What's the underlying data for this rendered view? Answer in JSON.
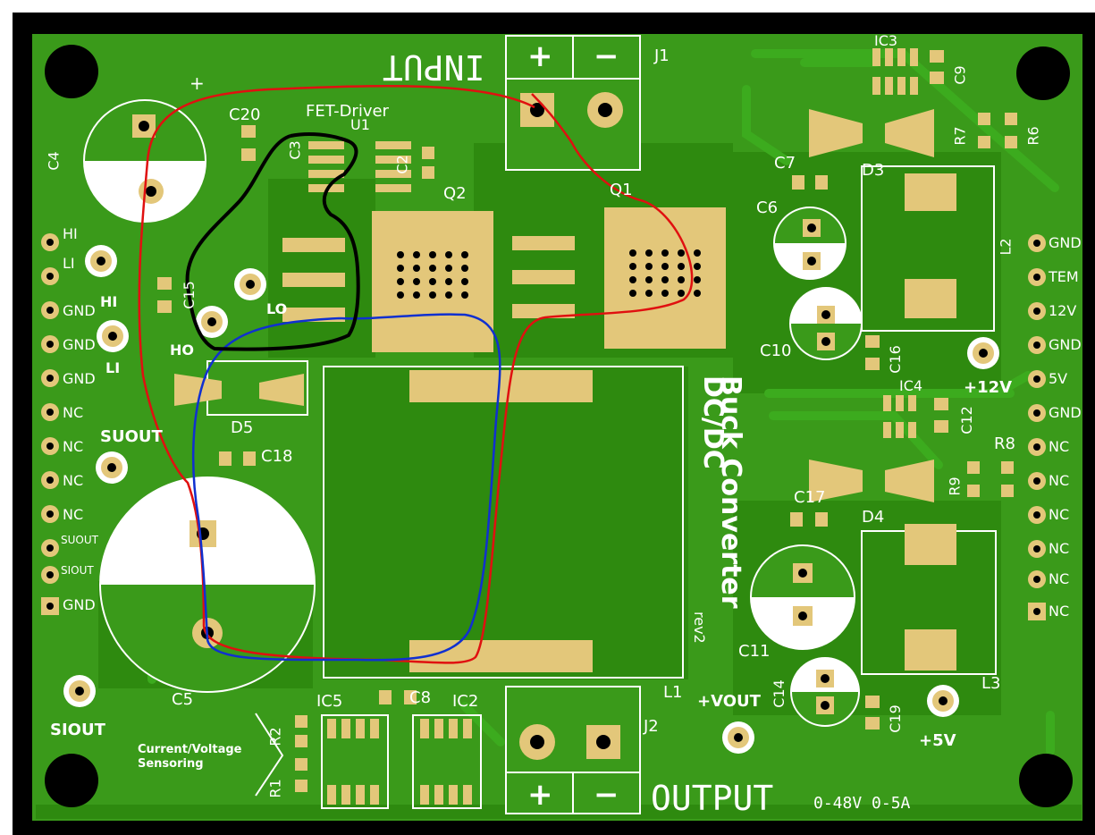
{
  "board": {
    "title_line1": "DC/DC",
    "title_line2": "Buck Converter",
    "revision": "rev2",
    "colors": {
      "background": "#000000",
      "board": "#3a9a1a",
      "copper": "#2e8a0f",
      "track": "#3cab1e",
      "pad": "#e3c77a",
      "silkscreen": "#ffffff",
      "trace_red": "#e01010",
      "trace_blue": "#1030d0",
      "trace_black": "#000000"
    }
  },
  "connectors": {
    "input_label": "INPUT",
    "output_label": "OUTPUT",
    "output_spec": "0-48V 0-5A",
    "j1": "J1",
    "j2": "J2",
    "plus": "+",
    "minus": "−"
  },
  "pins_left": [
    "HI",
    "LI",
    "GND",
    "GND",
    "GND",
    "NC",
    "NC",
    "NC",
    "NC",
    "SUOUT",
    "SIOUT",
    "GND"
  ],
  "pins_right": [
    "GND",
    "TEM",
    "12V",
    "GND",
    "5V",
    "GND",
    "NC",
    "NC",
    "NC",
    "NC",
    "NC",
    "NC"
  ],
  "testpoints": {
    "hi": "HI",
    "li": "LI",
    "ho": "HO",
    "lo": "LO",
    "suout": "SUOUT",
    "siout": "SIOUT",
    "plus12v": "+12V",
    "plus5v": "+5V",
    "vout": "+VOUT"
  },
  "components": {
    "c4": "C4",
    "c20": "C20",
    "c3": "C3",
    "c2": "C2",
    "u1": "U1",
    "fet_driver": "FET-Driver",
    "c15": "C15",
    "q2": "Q2",
    "q1": "Q1",
    "d5": "D5",
    "c18": "C18",
    "c5": "C5",
    "l1": "L1",
    "ic3": "IC3",
    "c9": "C9",
    "r7": "R7",
    "r6": "R6",
    "c7": "C7",
    "c6": "C6",
    "d3": "D3",
    "l2": "L2",
    "c10": "C10",
    "c16": "C16",
    "ic4": "IC4",
    "c12": "C12",
    "r8": "R8",
    "r9": "R9",
    "c17": "C17",
    "d4": "D4",
    "c11": "C11",
    "c14": "C14",
    "c19": "C19",
    "l3": "L3",
    "ic5": "IC5",
    "c8": "C8",
    "ic2": "IC2",
    "r2": "R2",
    "r1": "R1"
  },
  "notes": {
    "sensing_line1": "Current/Voltage",
    "sensing_line2": "Sensoring"
  }
}
